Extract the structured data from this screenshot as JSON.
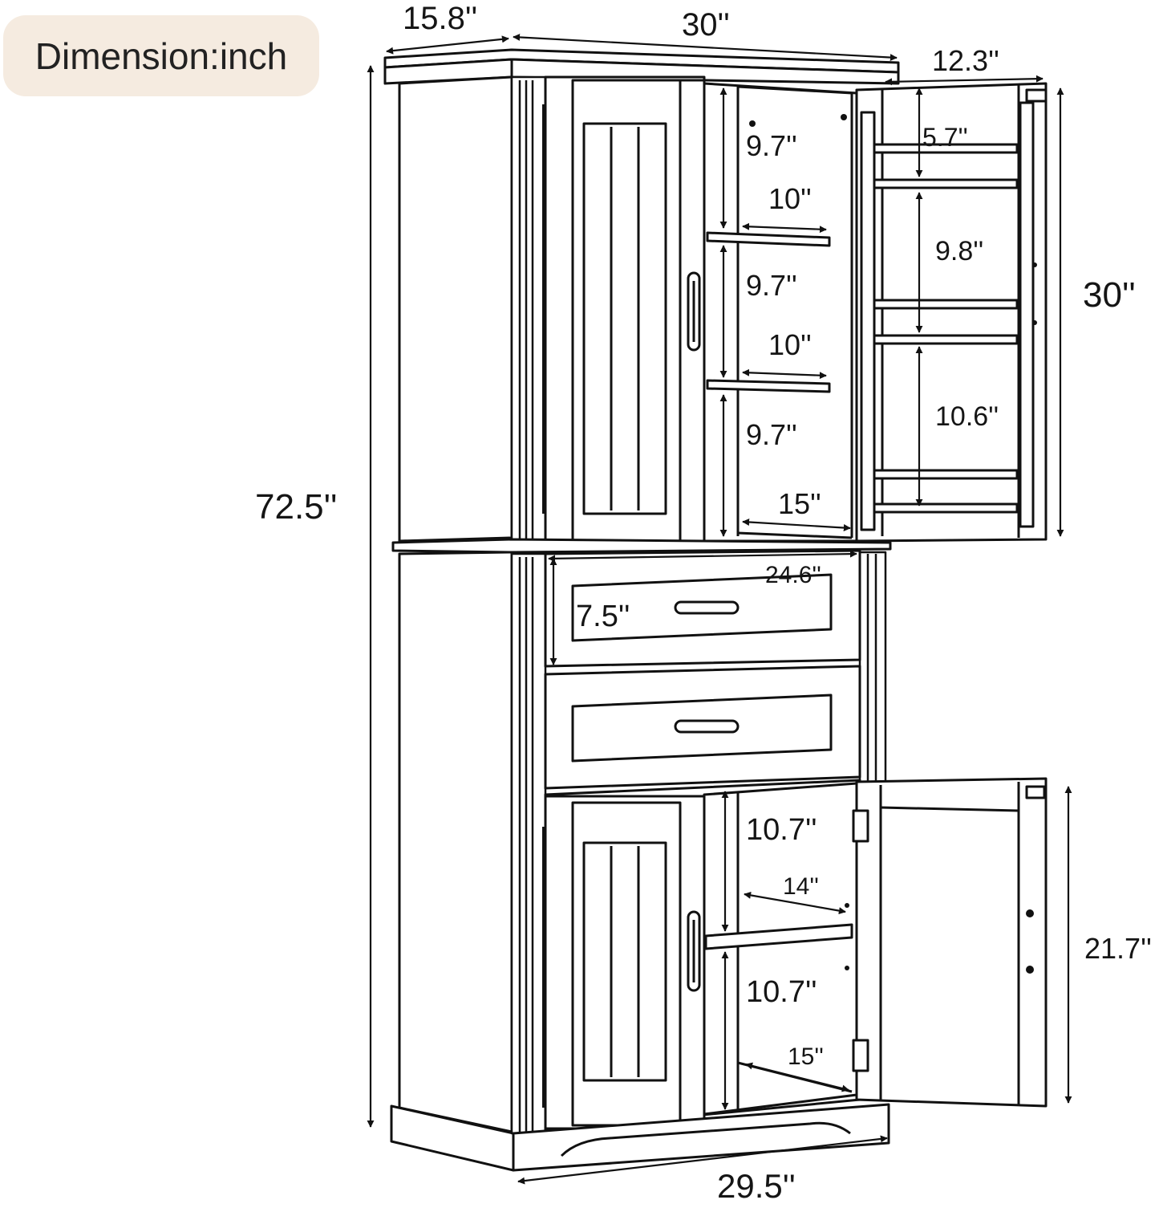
{
  "unit_badge": {
    "label": "Dimension:inch",
    "background": "#f5ebe0"
  },
  "colors": {
    "line": "#111111",
    "fill": "#ffffff",
    "badge_text": "#222222"
  },
  "dimensions": {
    "depth": "15.8''",
    "width_top": "30''",
    "door_depth": "12.3''",
    "total_height": "72.5''",
    "upper_shelf_gap_1": "9.7''",
    "upper_shelf_gap_2": "9.7''",
    "upper_shelf_gap_3": "9.7''",
    "upper_shelf_depth_1": "10''",
    "upper_shelf_depth_2": "10''",
    "upper_base_depth": "15''",
    "door_rack_gap_1": "5.7''",
    "door_rack_gap_2": "9.8''",
    "door_rack_gap_3": "10.6''",
    "upper_door_height": "30''",
    "drawer_width": "24.6''",
    "drawer_height": "7.5''",
    "lower_shelf_gap_1": "10.7''",
    "lower_shelf_gap_2": "10.7''",
    "lower_shelf_depth": "14''",
    "lower_base_depth": "15''",
    "lower_door_height": "21.7''",
    "width_bottom": "29.5''"
  }
}
